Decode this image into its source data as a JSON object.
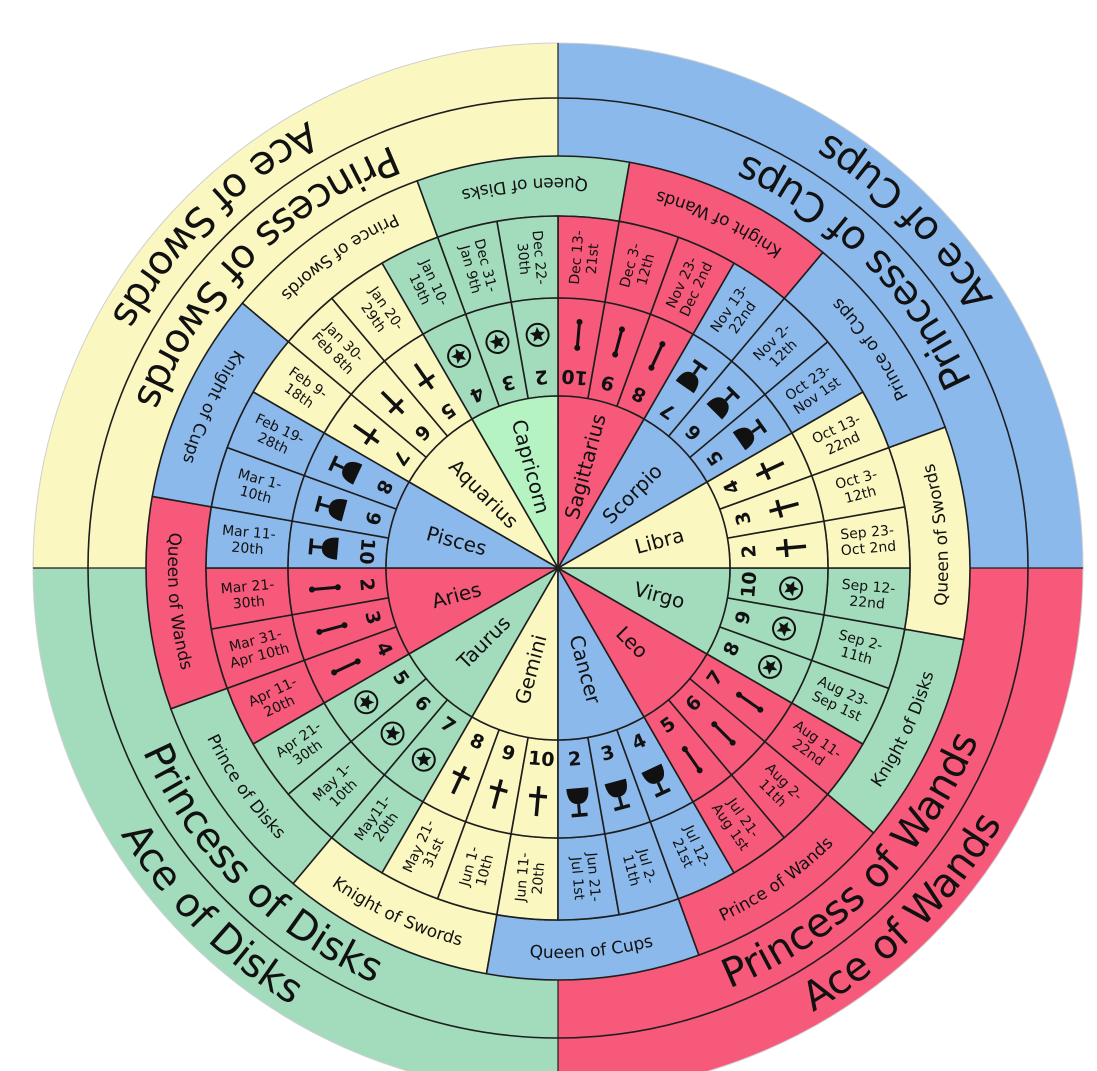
{
  "suit_colors": {
    "Wands": "#f7597a",
    "Cups": "#8bb9ec",
    "Swords": "#fbf7c0",
    "Disks": "#a3dcbd"
  },
  "quadrants": [
    {
      "suit": "Swords",
      "ace": "Ace of Swords",
      "princess": "Princess of Swords"
    },
    {
      "suit": "Cups",
      "ace": "Ace of Cups",
      "princess": "Princess of Cups"
    },
    {
      "suit": "Wands",
      "ace": "Ace of Wands",
      "princess": "Princess of Wands"
    },
    {
      "suit": "Disks",
      "ace": "Ace of Disks",
      "princess": "Princess of Disks"
    }
  ],
  "signs": [
    {
      "name": "Aries",
      "suit": "Wands",
      "court": "Queen of Wands",
      "decans": [
        {
          "number": "2",
          "dates": [
            "Mar 21-",
            "30th"
          ]
        },
        {
          "number": "3",
          "dates": [
            "Mar 31-",
            "Apr 10th"
          ]
        },
        {
          "number": "4",
          "dates": [
            "Apr 11-",
            "20th"
          ]
        }
      ]
    },
    {
      "name": "Taurus",
      "suit": "Disks",
      "court": "Prince of Disks",
      "decans": [
        {
          "number": "5",
          "dates": [
            "Apr 21-",
            "30th"
          ]
        },
        {
          "number": "6",
          "dates": [
            "May 1-",
            "10th"
          ]
        },
        {
          "number": "7",
          "dates": [
            "May11-",
            "20th"
          ]
        }
      ]
    },
    {
      "name": "Gemini",
      "suit": "Swords",
      "court": "Knight of Swords",
      "decans": [
        {
          "number": "8",
          "dates": [
            "May 21-",
            "31st"
          ]
        },
        {
          "number": "9",
          "dates": [
            "Jun 1-",
            "10th"
          ]
        },
        {
          "number": "10",
          "dates": [
            "Jun 11-",
            "20th"
          ]
        }
      ]
    },
    {
      "name": "Cancer",
      "suit": "Cups",
      "court": "Queen of Cups",
      "decans": [
        {
          "number": "2",
          "dates": [
            "Jun 21-",
            "Jul 1st"
          ]
        },
        {
          "number": "3",
          "dates": [
            "Jul 2-",
            "11th"
          ]
        },
        {
          "number": "4",
          "dates": [
            "Jul 12-",
            "21st"
          ]
        }
      ]
    },
    {
      "name": "Leo",
      "suit": "Wands",
      "court": "Prince of Wands",
      "decans": [
        {
          "number": "5",
          "dates": [
            "Jul 21-",
            "Aug 1st"
          ]
        },
        {
          "number": "6",
          "dates": [
            "Aug 2-",
            "11th"
          ]
        },
        {
          "number": "7",
          "dates": [
            "Aug 11-",
            "22nd"
          ]
        }
      ]
    },
    {
      "name": "Virgo",
      "suit": "Disks",
      "court": "Knight of Disks",
      "decans": [
        {
          "number": "8",
          "dates": [
            "Aug 23-",
            "Sep 1st"
          ]
        },
        {
          "number": "9",
          "dates": [
            "Sep 2-",
            "11th"
          ]
        },
        {
          "number": "10",
          "dates": [
            "Sep 12-",
            "22nd"
          ]
        }
      ]
    },
    {
      "name": "Libra",
      "suit": "Swords",
      "court": "Queen of Swords",
      "decans": [
        {
          "number": "2",
          "dates": [
            "Sep 23-",
            "Oct 2nd"
          ]
        },
        {
          "number": "3",
          "dates": [
            "Oct 3-",
            "12th"
          ]
        },
        {
          "number": "4",
          "dates": [
            "Oct 13-",
            "22nd"
          ]
        }
      ]
    },
    {
      "name": "Scorpio",
      "suit": "Cups",
      "court": "Prince of Cups",
      "decans": [
        {
          "number": "5",
          "dates": [
            "Oct 23-",
            "Nov 1st"
          ]
        },
        {
          "number": "6",
          "dates": [
            "Nov 2-",
            "12th"
          ]
        },
        {
          "number": "7",
          "dates": [
            "Nov 13-",
            "22nd"
          ]
        }
      ]
    },
    {
      "name": "Sagittarius",
      "suit": "Wands",
      "court": "Knight of Wands",
      "decans": [
        {
          "number": "8",
          "dates": [
            "Nov 23-",
            "Dec 2nd"
          ]
        },
        {
          "number": "9",
          "dates": [
            "Dec 3-",
            "12th"
          ]
        },
        {
          "number": "10",
          "dates": [
            "Dec 13-",
            "21st"
          ]
        }
      ]
    },
    {
      "name": "Capricorn",
      "suit": "Disks",
      "court": "Queen of Disks",
      "center_color": "#b6f3c3",
      "decans": [
        {
          "number": "2",
          "dates": [
            "Dec 22-",
            "30th"
          ]
        },
        {
          "number": "3",
          "dates": [
            "Dec 31-",
            "Jan 9th"
          ]
        },
        {
          "number": "4",
          "dates": [
            "Jan 10-",
            "19th"
          ]
        }
      ]
    },
    {
      "name": "Aquarius",
      "suit": "Swords",
      "court": "Prince of Swords",
      "decans": [
        {
          "number": "5",
          "dates": [
            "Jan 20-",
            "29th"
          ]
        },
        {
          "number": "6",
          "dates": [
            "Jan 30-",
            "Feb 8th"
          ]
        },
        {
          "number": "7",
          "dates": [
            "Feb 9-",
            "18th"
          ]
        }
      ]
    },
    {
      "name": "Pisces",
      "suit": "Cups",
      "court": "Knight of Cups",
      "decans": [
        {
          "number": "8",
          "dates": [
            "Feb 19-",
            "28th"
          ]
        },
        {
          "number": "9",
          "dates": [
            "Mar 1-",
            "10th"
          ]
        },
        {
          "number": "10",
          "dates": [
            "Mar 11-",
            "20th"
          ]
        }
      ]
    }
  ],
  "suit_icons": {
    "Wands": "wand-icon",
    "Cups": "cup-icon",
    "Swords": "sword-icon",
    "Disks": "disk-icon"
  }
}
